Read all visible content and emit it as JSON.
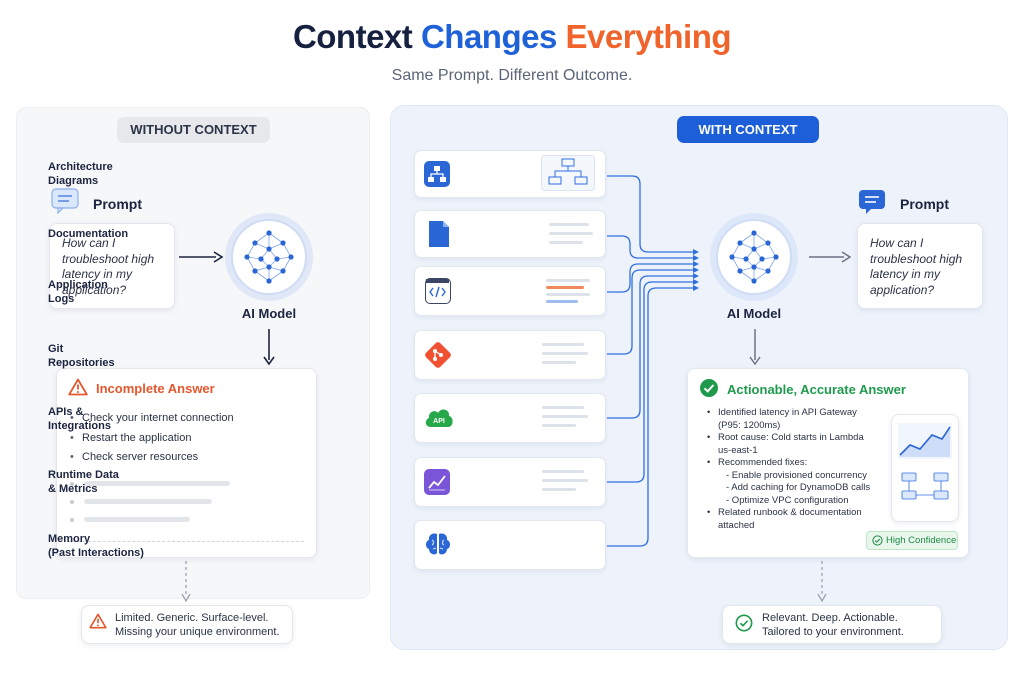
{
  "header": {
    "title_part1": "Context",
    "title_part2": "Changes",
    "title_part3": "Everything",
    "subtitle": "Same Prompt. Different Outcome."
  },
  "left": {
    "pill": "WITHOUT CONTEXT",
    "prompt_label": "Prompt",
    "prompt_lines": [
      "How can I",
      "troubleshoot high",
      "latency in my",
      "application?"
    ],
    "model_label": "AI Model",
    "answer_title": "Incomplete Answer",
    "answer_items": [
      "Check your internet connection",
      "Restart the application",
      "Check server resources"
    ],
    "footer_line1": "Limited. Generic. Surface-level.",
    "footer_line2": "Missing your unique environment."
  },
  "right": {
    "pill": "WITH CONTEXT",
    "sources": [
      {
        "line1": "Architecture",
        "line2": "Diagrams",
        "icon": "architecture-icon"
      },
      {
        "line1": "Documentation",
        "line2": "",
        "icon": "document-icon"
      },
      {
        "line1": "Application",
        "line2": "Logs",
        "icon": "code-icon"
      },
      {
        "line1": "Git",
        "line2": "Repositories",
        "icon": "git-icon"
      },
      {
        "line1": "APIs &",
        "line2": "Integrations",
        "icon": "api-cloud-icon",
        "icon_text": "API"
      },
      {
        "line1": "Runtime Data",
        "line2": "& Metrics",
        "icon": "metrics-icon"
      },
      {
        "line1": "Memory",
        "line2": "(Past Interactions)",
        "icon": "brain-icon"
      }
    ],
    "model_label": "AI Model",
    "prompt_label": "Prompt",
    "prompt_lines": [
      "How can I",
      "troubleshoot high",
      "latency in my",
      "application?"
    ],
    "answer_title": "Actionable, Accurate Answer",
    "answer_lines": [
      {
        "text": "Identified latency in API Gateway",
        "kind": "bullet"
      },
      {
        "text": "(P95: 1200ms)",
        "kind": "cont"
      },
      {
        "text": "Root cause: Cold starts in Lambda",
        "kind": "bullet"
      },
      {
        "text": "us-east-1",
        "kind": "cont"
      },
      {
        "text": "Recommended fixes:",
        "kind": "bullet"
      },
      {
        "text": "- Enable provisioned concurrency",
        "kind": "sub"
      },
      {
        "text": "- Add caching for DynamoDB calls",
        "kind": "sub"
      },
      {
        "text": "- Optimize VPC configuration",
        "kind": "sub"
      },
      {
        "text": "Related runbook & documentation",
        "kind": "bullet"
      },
      {
        "text": "attached",
        "kind": "cont"
      }
    ],
    "badge": "High Confidence",
    "footer_line1": "Relevant. Deep. Actionable.",
    "footer_line2": "Tailored to your environment."
  },
  "colors": {
    "brand_blue": "#1f62d8",
    "accent_orange": "#f0632a",
    "warning_red": "#e4572e",
    "success_green": "#1f9a4d"
  }
}
